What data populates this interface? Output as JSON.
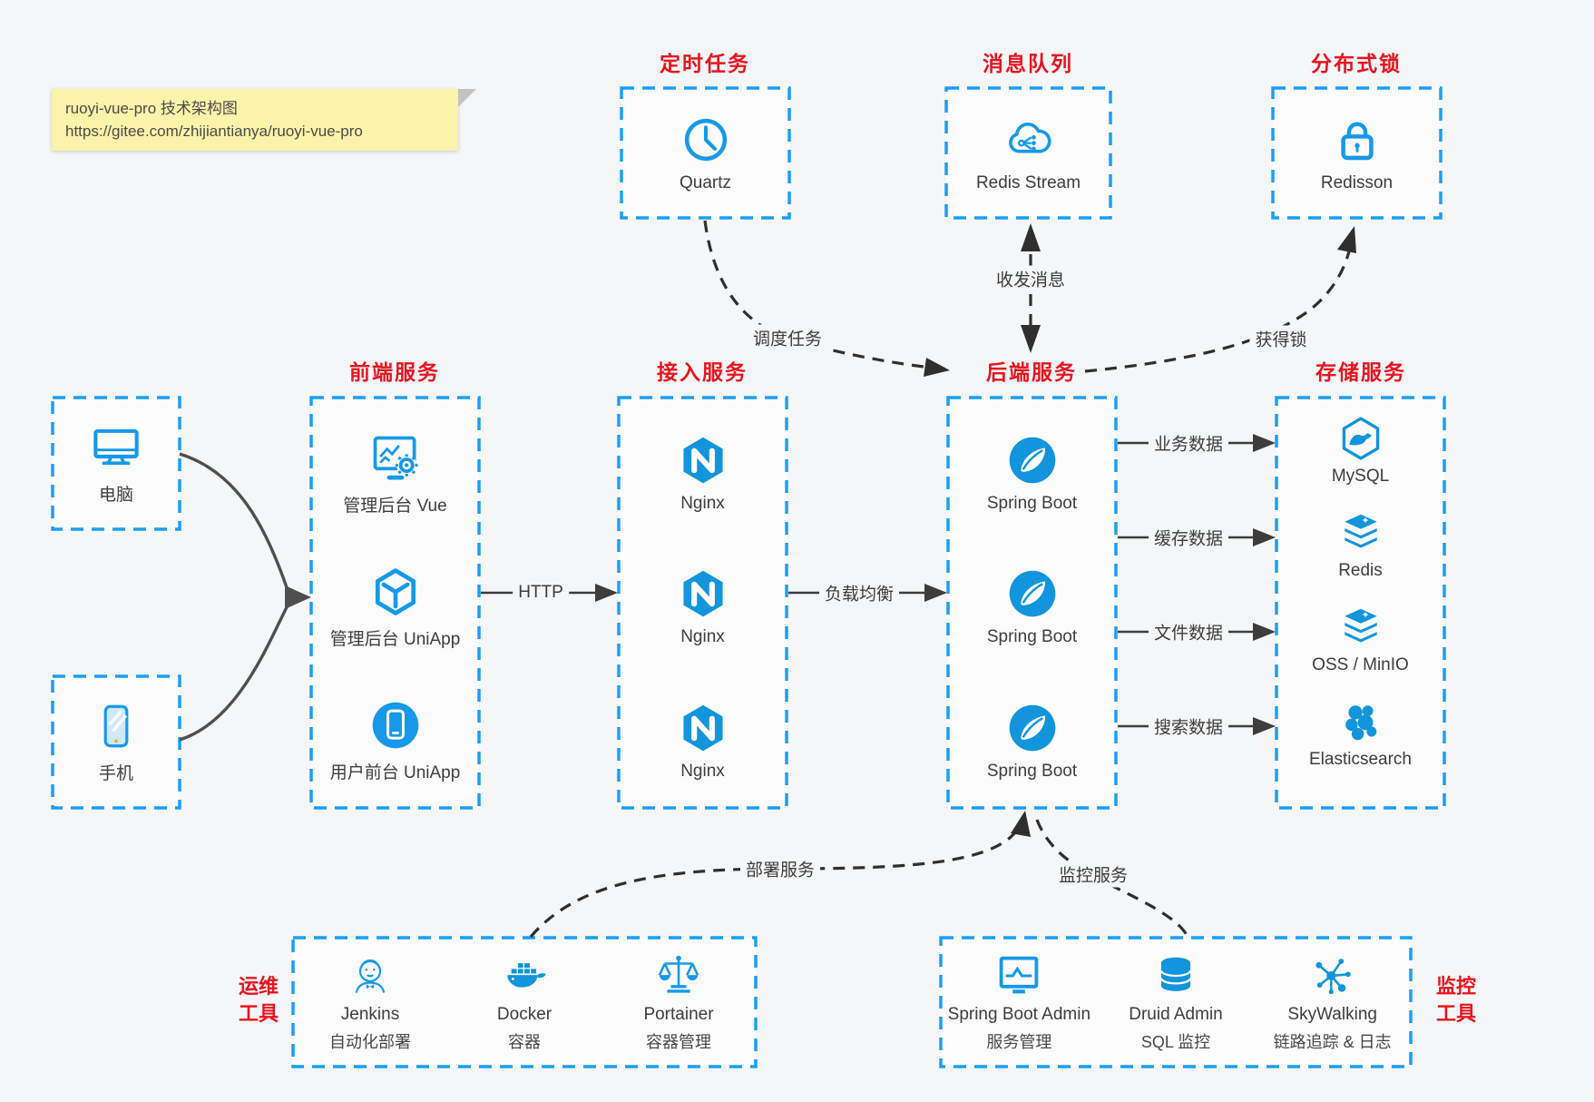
{
  "note": {
    "title": "ruoyi-vue-pro 技术架构图",
    "url": "https://gitee.com/zhijiantianya/ruoyi-vue-pro"
  },
  "colors": {
    "dashed_border_blue": "#1a9ff8",
    "icon_blue": "#1295dc",
    "title_red": "#e8141f",
    "note_yellow": "#faf3a9",
    "arrow_dark": "#2f2f2f"
  },
  "top_services": [
    {
      "title": "定时任务",
      "label": "Quartz"
    },
    {
      "title": "消息队列",
      "label": "Redis Stream"
    },
    {
      "title": "分布式锁",
      "label": "Redisson"
    }
  ],
  "clients": [
    {
      "label": "电脑"
    },
    {
      "label": "手机"
    }
  ],
  "frontend": {
    "title": "前端服务",
    "items": [
      "管理后台 Vue",
      "管理后台 UniApp",
      "用户前台 UniApp"
    ]
  },
  "gateway": {
    "title": "接入服务",
    "items": [
      "Nginx",
      "Nginx",
      "Nginx"
    ]
  },
  "backend": {
    "title": "后端服务",
    "items": [
      "Spring Boot",
      "Spring Boot",
      "Spring Boot"
    ]
  },
  "storage": {
    "title": "存储服务",
    "items": [
      "MySQL",
      "Redis",
      "OSS / MinIO",
      "Elasticsearch"
    ]
  },
  "edges": {
    "http": "HTTP",
    "load_balance": "负载均衡",
    "business_data": "业务数据",
    "cache_data": "缓存数据",
    "file_data": "文件数据",
    "search_data": "搜索数据",
    "schedule": "调度任务",
    "messaging": "收发消息",
    "lock": "获得锁",
    "deploy": "部署服务",
    "monitor": "监控服务"
  },
  "ops": {
    "label_line1": "运维",
    "label_line2": "工具",
    "items": [
      {
        "name": "Jenkins",
        "desc": "自动化部署"
      },
      {
        "name": "Docker",
        "desc": "容器"
      },
      {
        "name": "Portainer",
        "desc": "容器管理"
      }
    ]
  },
  "monitoring": {
    "label_line1": "监控",
    "label_line2": "工具",
    "items": [
      {
        "name": "Spring Boot Admin",
        "desc": "服务管理"
      },
      {
        "name": "Druid Admin",
        "desc": "SQL 监控"
      },
      {
        "name": "SkyWalking",
        "desc": "链路追踪 & 日志"
      }
    ]
  }
}
